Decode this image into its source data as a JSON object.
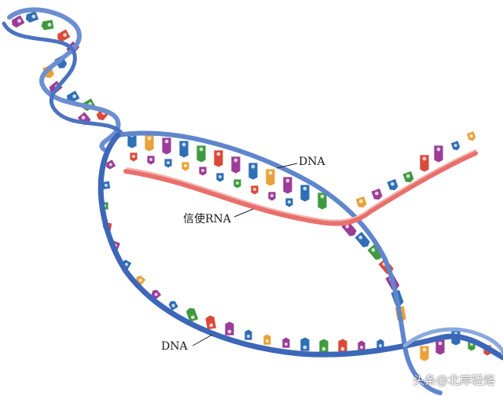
{
  "labels": {
    "dna_top": "DNA",
    "mrna": "信使RNA",
    "dna_bottom": "DNA"
  },
  "watermark": "头条@北岸轻烙",
  "colors": {
    "dna_strand": "#6b8fd0",
    "dna_strand_dark": "#3d67b8",
    "rna_strand": "#e8706c",
    "rna_strand_light": "#f4b3ae",
    "base_purple": "#9b3d97",
    "base_blue": "#2f6fb5",
    "base_green": "#3f9a3f",
    "base_red": "#d94a3a",
    "base_orange": "#e8a23a",
    "base_letter": "#ffffff"
  }
}
